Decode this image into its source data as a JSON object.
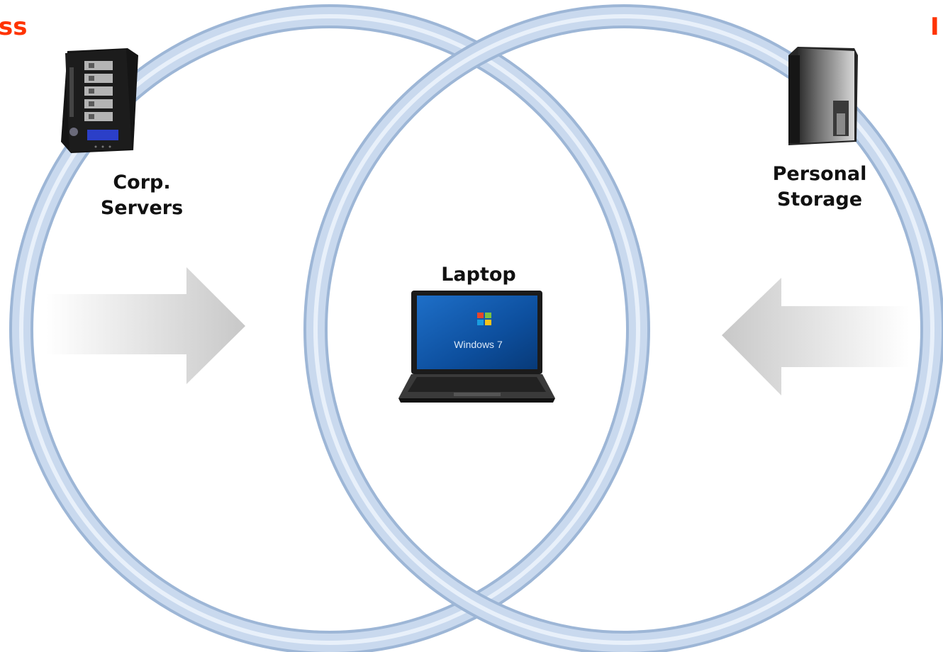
{
  "colors": {
    "ring": "#b9cde6",
    "ring_edge": "#9db6d6",
    "corner_text": "#ff3300",
    "arrow": "#c8c8c8"
  },
  "corner_left": {
    "text": "ss"
  },
  "corner_right": {
    "text": "I"
  },
  "left_node": {
    "icon": "server-icon",
    "label_lines": [
      "Corp.",
      "Servers"
    ]
  },
  "center_node": {
    "icon": "laptop-icon",
    "label": "Laptop",
    "screen_text": "Windows 7"
  },
  "right_node": {
    "icon": "external-drive-icon",
    "label_lines": [
      "Personal",
      "Storage"
    ]
  },
  "arrows": [
    {
      "name": "arrow-right-icon",
      "direction": "right"
    },
    {
      "name": "arrow-left-icon",
      "direction": "left"
    }
  ]
}
